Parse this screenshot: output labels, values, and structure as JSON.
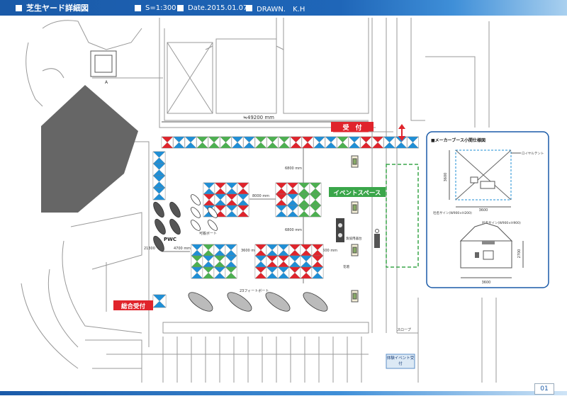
{
  "header": {
    "title": "芝生ヤード詳細図",
    "scale": "S=1:300",
    "date": "Date.2015.01.07",
    "drawn": "DRAWN.　K.H"
  },
  "page_number": "01",
  "labels": {
    "reception": "受　付",
    "event_space": "イベントスペース",
    "general_reception": "総合受付",
    "width_dim": "≒49200 mm",
    "dim_6800_top": "6800 mm",
    "dim_6800_mid": "6800 mm",
    "dim_8000": "8000 mm",
    "dim_4700": "4700 mm",
    "dim_3600_a": "3600 mm",
    "dim_3600_b": "3600 mm",
    "dim_21300": "21300",
    "pwc": "PWC",
    "small_boat": "可搬ボート",
    "boat23": "23フィートボート",
    "outlet": "漁協用器台",
    "outlet2": "花壇",
    "slope": "スロープ",
    "exp_event_reception": "体験イベント受付",
    "stand_a": "A"
  },
  "detail": {
    "title": "■メーカーブース小間仕様図",
    "logo_label": "ロイヤルテント",
    "sign_label1": "社名サイン(W900×H200)",
    "sign_label2": "社名サイン(W900×H900)",
    "dim_plan_w": "3600",
    "dim_plan_h": "3600",
    "dim_elev_w": "3600",
    "dim_elev_h": "2700"
  },
  "colors": {
    "header_blue": "#1a5aa8",
    "tent_red": "#e0242c",
    "tent_blue": "#1f8fd6",
    "tent_green": "#4cb050",
    "label_red": "#e0242c",
    "label_green": "#3aa64a",
    "building_gray": "#666666"
  }
}
